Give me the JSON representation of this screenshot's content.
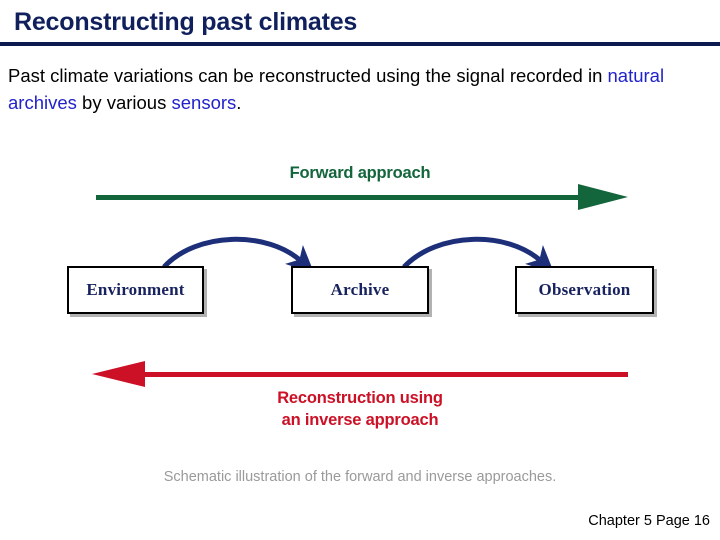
{
  "slide": {
    "title": "Reconstructing past climates",
    "body": {
      "segment_1": "Past climate variations can be reconstructed  using the signal recorded in ",
      "link_1": "natural archives",
      "segment_2": " by various ",
      "link_2": "sensors",
      "segment_3": "."
    },
    "caption": "Schematic illustration of the forward and inverse approaches.",
    "footer": "Chapter 5 Page 16"
  },
  "diagram": {
    "forward_label": "Forward approach",
    "inverse_label_line1": "Reconstruction using",
    "inverse_label_line2": "an inverse approach",
    "boxes": [
      {
        "id": "environment",
        "label": "Environment"
      },
      {
        "id": "archive",
        "label": "Archive"
      },
      {
        "id": "observation",
        "label": "Observation"
      }
    ],
    "arrows": [
      {
        "id": "forward-arrow",
        "direction": "right",
        "color": "#13653b"
      },
      {
        "id": "inverse-arrow",
        "direction": "left",
        "color": "#cc1026"
      },
      {
        "id": "curved-arrow-environment-to-archive",
        "direction": "right",
        "color": "#1e2f7a"
      },
      {
        "id": "curved-arrow-archive-to-observation",
        "direction": "right",
        "color": "#1e2f7a"
      }
    ]
  },
  "colors": {
    "title": "#10205c",
    "rule": "#0b1b4f",
    "link": "#2222cc",
    "green": "#13653b",
    "red": "#cc1026",
    "navy": "#17225e",
    "curve": "#1e2f7a",
    "caption": "#9a9a9a"
  }
}
